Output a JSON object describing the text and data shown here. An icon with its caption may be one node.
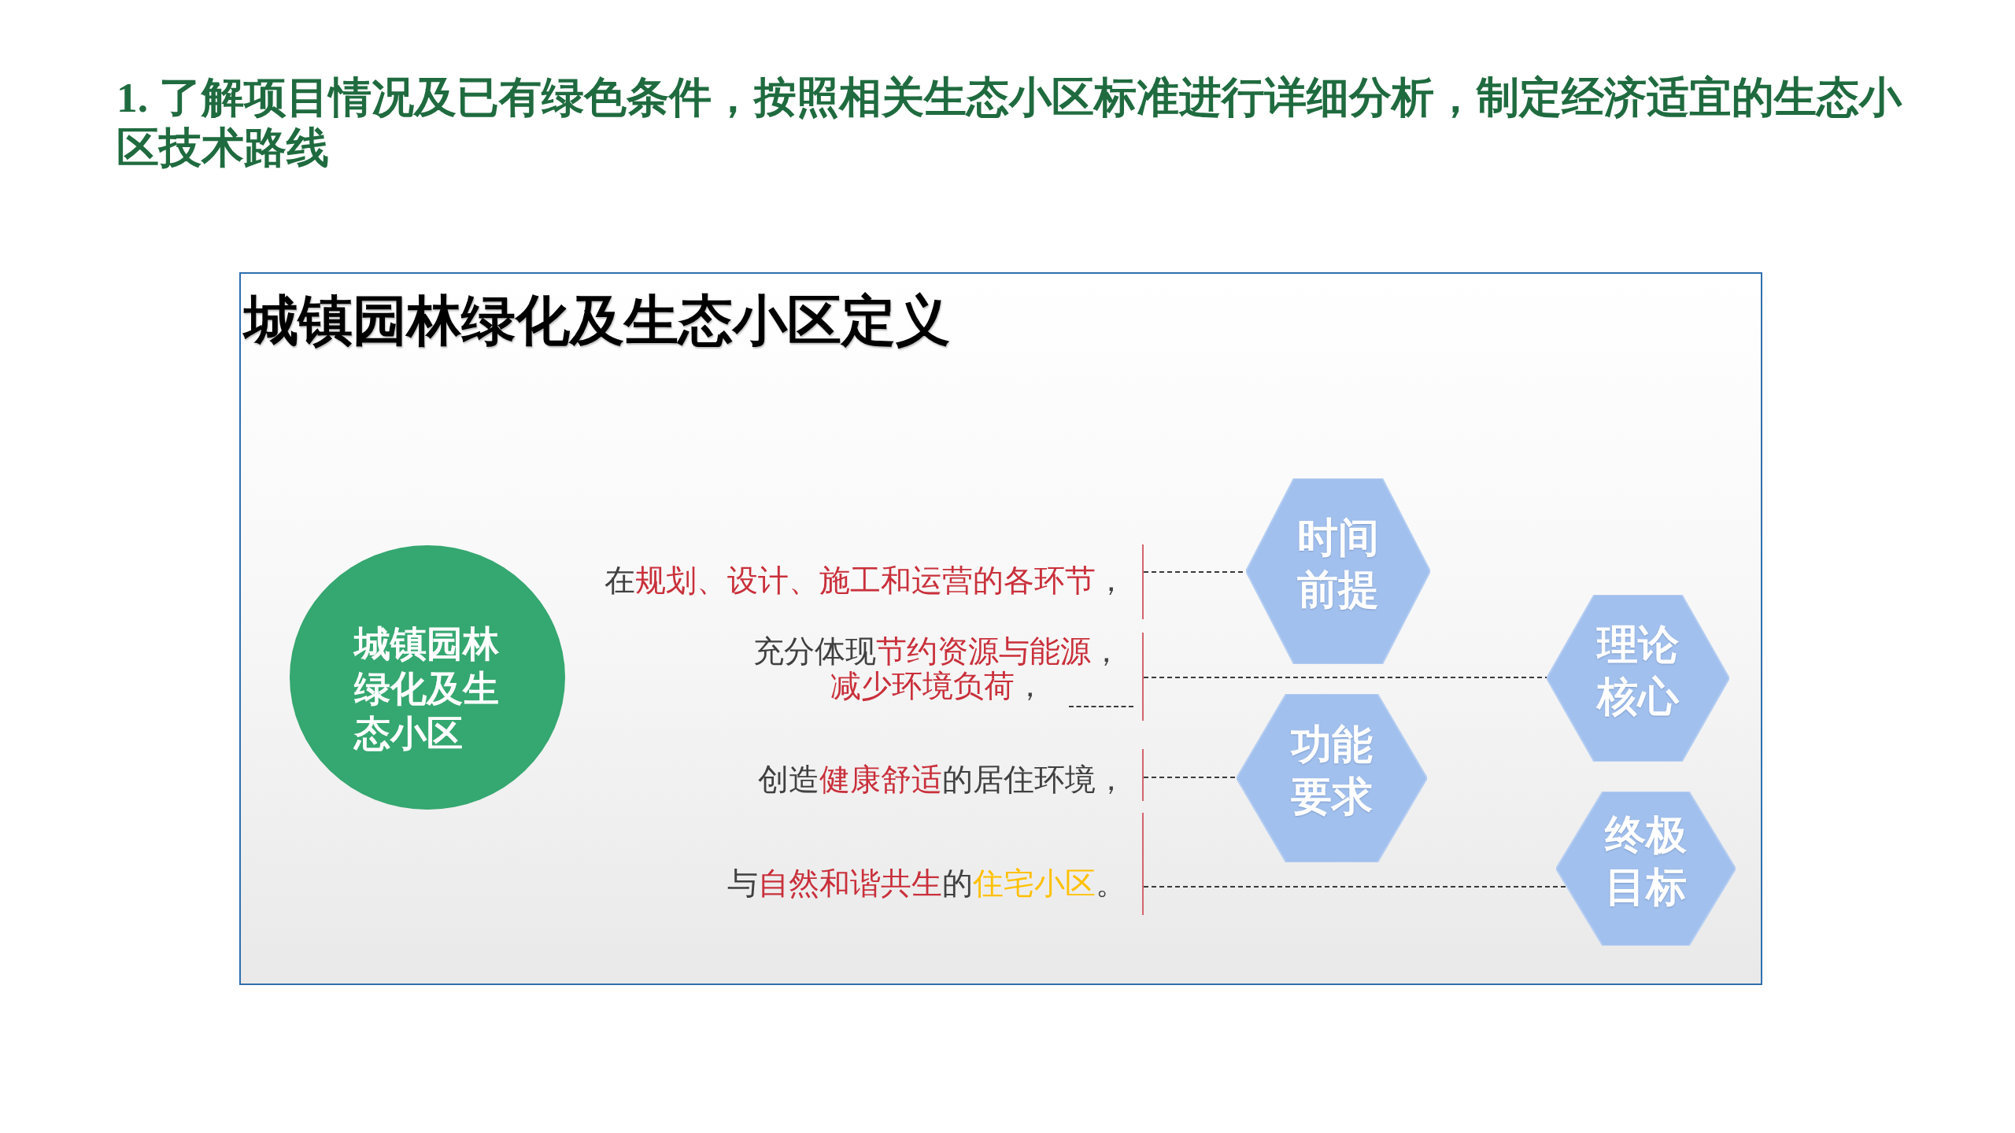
{
  "diagram": {
    "title": "1. 了解项目情况及已有绿色条件，按照相关生态小区标准进行详细分析，制定经济适宜的生态小区技术路线",
    "nodes": [
      {
        "text": [
          "城镇园林绿化及生态小区定义"
        ]
      },
      {
        "text": [
          "城镇园林绿化及生态小区"
        ],
        "in": 0
      },
      {
        "text": [
          "在**规划、设计、施工和运营的各环节**，"
        ],
        "in": 0
      },
      {
        "text": [
          "充分体现**节约资源与能源**，**减少环境负荷**，"
        ],
        "in": 0
      },
      {
        "text": [
          "创造**健康舒适**的居住环境，"
        ],
        "in": 0
      },
      {
        "text": [
          "与**自然和谐共生**的**住宅小区**。"
        ],
        "in": 0
      },
      {
        "text": [
          "时间前提"
        ],
        "in": 0
      },
      {
        "text": [
          "理论核心"
        ],
        "in": 0
      },
      {
        "text": [
          "功能要求"
        ],
        "in": 0
      },
      {
        "text": [
          "终极目标"
        ],
        "in": 0
      }
    ],
    "edges": [
      {
        "from": 2,
        "to": 6,
        "arrow": "none",
        "style": "dashed"
      },
      {
        "from": 3,
        "to": 7,
        "arrow": "none",
        "style": "dashed"
      },
      {
        "from": 4,
        "to": 8,
        "arrow": "none",
        "style": "dashed"
      },
      {
        "from": 5,
        "to": 9,
        "arrow": "none",
        "style": "dashed"
      }
    ]
  }
}
